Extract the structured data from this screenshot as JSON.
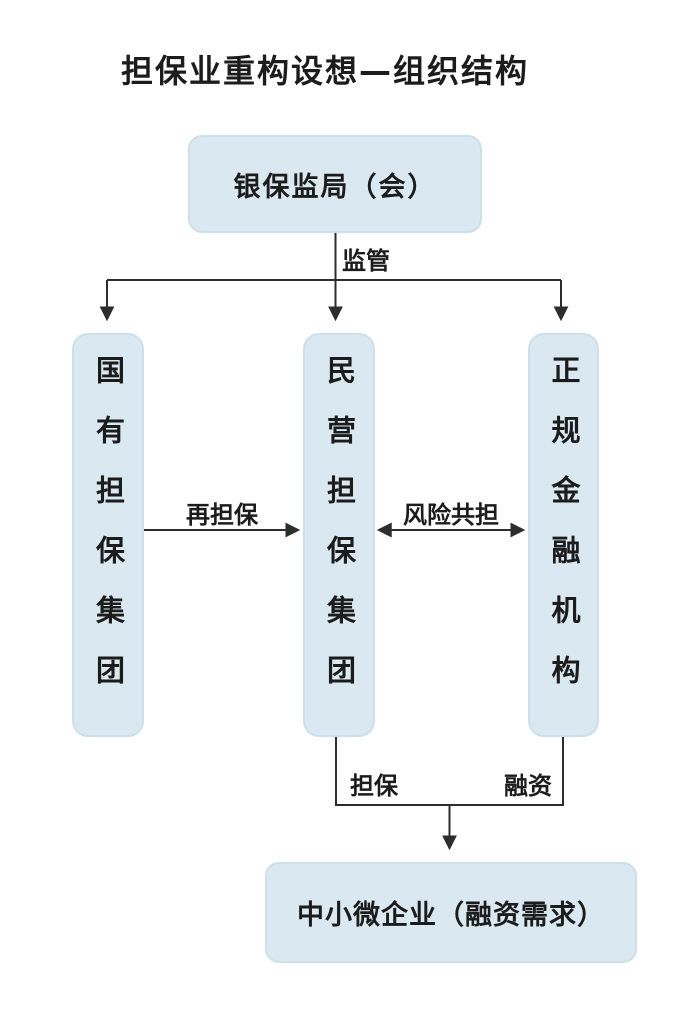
{
  "title": "担保业重构设想—组织结构",
  "nodes": {
    "regulator": "银保监局（会）",
    "state_owned": "国有担保集团",
    "private_group": "民营担保集团",
    "formal_finance": "正规金融机构",
    "sme": "中小微企业（融资需求）"
  },
  "edges": {
    "supervision": "监管",
    "re_guarantee": "再担保",
    "risk_sharing": "风险共担",
    "guarantee": "担保",
    "financing": "融资"
  },
  "colors": {
    "node_fill": "#d9e8f1",
    "node_border": "#cde0ea",
    "line": "#2d2d2d",
    "text": "#1c1c1c",
    "background": "#ffffff"
  }
}
